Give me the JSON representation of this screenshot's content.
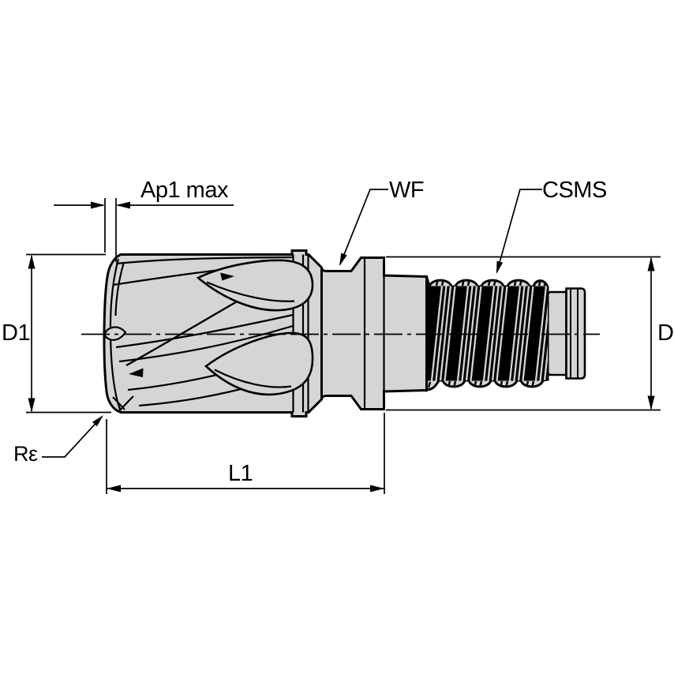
{
  "figure": {
    "labels": {
      "ap1_max": "Ap1 max",
      "wf": "WF",
      "csms": "CSMS",
      "d1": "D1",
      "d": "D",
      "corner_radius": "Rε",
      "l1": "L1"
    },
    "colors": {
      "background": "#ffffff",
      "body_fill": "#d5d5d5",
      "outline": "#000000",
      "thread_shadow": "#000000",
      "thread_highlight": "#d4d4d4"
    }
  }
}
